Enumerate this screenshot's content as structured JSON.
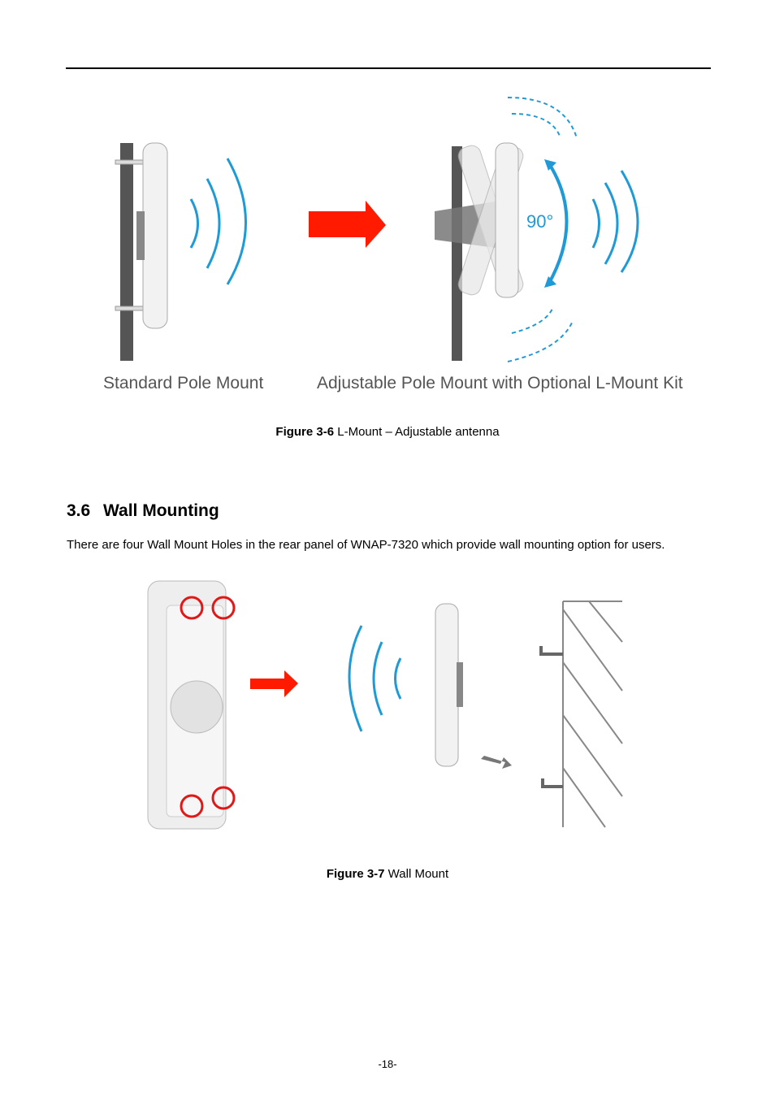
{
  "figure_3_6": {
    "label_left": "Standard Pole Mount",
    "label_right": "Adjustable Pole Mount with Optional L-Mount Kit",
    "angle_label": "90°",
    "caption_bold": "Figure 3-6",
    "caption_text": " L-Mount – Adjustable antenna"
  },
  "section": {
    "number": "3.6",
    "title": "Wall Mounting",
    "body": "There are four Wall Mount Holes in the rear panel of WNAP-7320 which provide wall mounting option for users."
  },
  "figure_3_7": {
    "caption_bold": "Figure 3-7",
    "caption_text": " Wall Mount"
  },
  "footer": {
    "page_number": "-18-"
  },
  "colors": {
    "arrow_red": "#ff1a00",
    "wave_blue": "#1f9ad6",
    "pole": "#555555"
  }
}
